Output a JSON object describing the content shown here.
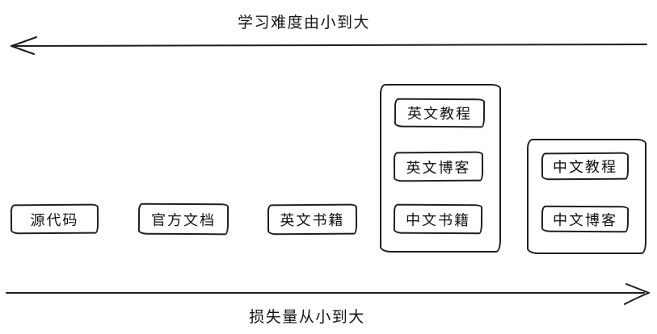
{
  "axes": {
    "top": {
      "label": "学习难度由小到大",
      "direction": "left"
    },
    "bottom": {
      "label": "损失量从小到大",
      "direction": "right"
    }
  },
  "boxes": [
    {
      "label": "源代码"
    },
    {
      "label": "官方文档"
    },
    {
      "label": "英文书籍"
    }
  ],
  "groups": [
    {
      "items": [
        {
          "label": "英文教程"
        },
        {
          "label": "英文博客"
        },
        {
          "label": "中文书籍"
        }
      ]
    },
    {
      "items": [
        {
          "label": "中文教程"
        },
        {
          "label": "中文博客"
        }
      ]
    }
  ],
  "colors": {
    "stroke": "#1f1f1f",
    "background": "#ffffff",
    "text": "#111111"
  }
}
